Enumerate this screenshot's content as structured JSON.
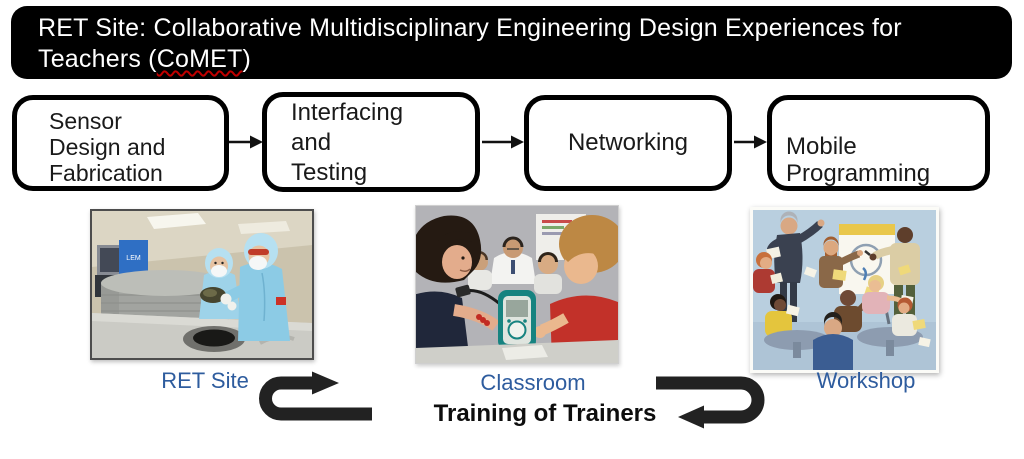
{
  "title": {
    "text_before": "RET Site: Collaborative Multidisciplinary Engineering Design Experiences for\nTeachers (",
    "misspelled_word": "CoMET",
    "text_after": ")"
  },
  "flowchart": {
    "boxes": [
      {
        "label": "Sensor\nDesign and\nFabrication"
      },
      {
        "label": "Interfacing\nand\nTesting"
      },
      {
        "label": "Networking"
      },
      {
        "label": "Mobile\nProgramming"
      }
    ]
  },
  "stages": [
    {
      "caption": "RET Site",
      "photo_text": "LEM"
    },
    {
      "caption": "Classroom"
    },
    {
      "caption": "Workshop"
    }
  ],
  "cycle_label": "Training of Trainers",
  "colors": {
    "banner_bg": "#000000",
    "banner_text": "#ffffff",
    "squiggle_red": "#c00000",
    "caption_blue": "#2e5c9e",
    "arrow_dark": "#222222"
  }
}
